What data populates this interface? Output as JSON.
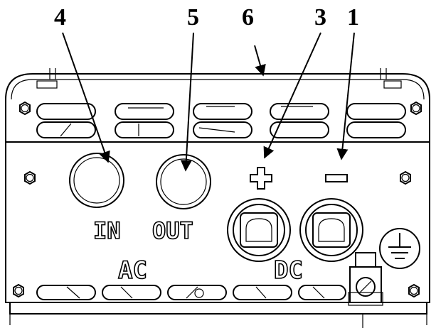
{
  "callouts": {
    "c4": "4",
    "c5": "5",
    "c6": "6",
    "c3": "3",
    "c1": "1"
  },
  "panel_labels": {
    "in": "IN",
    "out": "OUT",
    "ac": "AC",
    "dc": "DC",
    "plus": "+",
    "minus": "−"
  },
  "icons": {
    "ground": "ground-symbol-icon",
    "screw": "hex-screw-icon"
  }
}
